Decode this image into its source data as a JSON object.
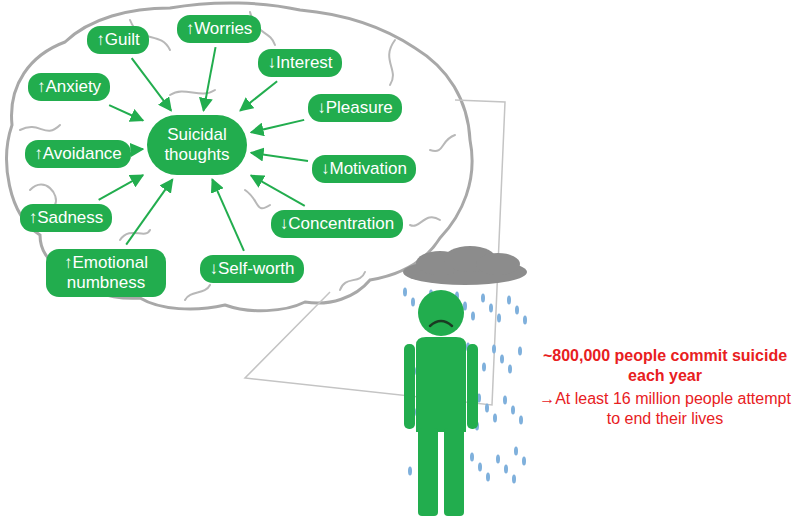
{
  "diagram": {
    "nodes": [
      {
        "text": [
          "↑Guilt"
        ],
        "in": null
      },
      {
        "text": [
          "↑Worries"
        ]
      },
      {
        "text": [
          "↓Interest"
        ]
      },
      {
        "text": [
          "↑Anxiety"
        ]
      },
      {
        "text": [
          "Suicidal thoughts"
        ]
      },
      {
        "text": [
          "↓Pleasure"
        ]
      },
      {
        "text": [
          "↑Avoidance"
        ]
      },
      {
        "text": [
          "↓Motivation"
        ]
      },
      {
        "text": [
          "↑Sadness"
        ]
      },
      {
        "text": [
          "↓Concentration"
        ]
      },
      {
        "text": [
          "↑Emotional numbness"
        ]
      },
      {
        "text": [
          "↓Self-worth"
        ]
      }
    ],
    "edges": [
      {
        "from": 0,
        "to": 4,
        "arrow": "to"
      },
      {
        "from": 1,
        "to": 4,
        "arrow": "to"
      },
      {
        "from": 2,
        "to": 4,
        "arrow": "to"
      },
      {
        "from": 3,
        "to": 4,
        "arrow": "to"
      },
      {
        "from": 5,
        "to": 4,
        "arrow": "to"
      },
      {
        "from": 6,
        "to": 4,
        "arrow": "to"
      },
      {
        "from": 7,
        "to": 4,
        "arrow": "to"
      },
      {
        "from": 8,
        "to": 4,
        "arrow": "to"
      },
      {
        "from": 9,
        "to": 4,
        "arrow": "to"
      },
      {
        "from": 10,
        "to": 4,
        "arrow": "to"
      },
      {
        "from": 11,
        "to": 4,
        "arrow": "to"
      }
    ],
    "labels": [
      "~800,000 people commit suicide each year",
      "→At least 16 million people attempt to end their lives"
    ]
  }
}
